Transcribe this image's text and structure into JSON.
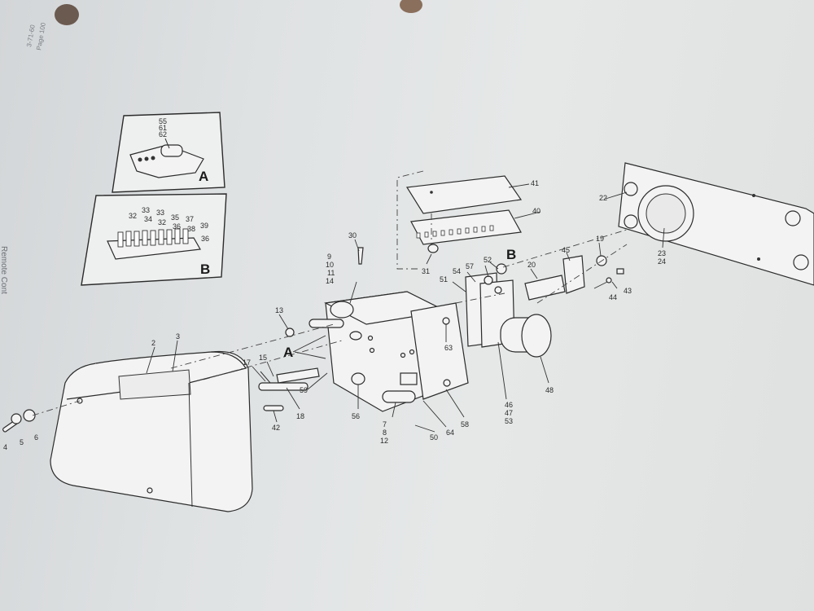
{
  "sheet": {
    "margin_note": [
      "3-71-60",
      "Page 100"
    ],
    "side_text": "Remote Cont",
    "colors": {
      "paper": "#e4e6e6",
      "ink": "#2b2b2b",
      "hole": "#6b5a50"
    }
  },
  "insets": {
    "a": {
      "letter": "A",
      "labels": [
        "55",
        "61",
        "62"
      ]
    },
    "b": {
      "letter": "B",
      "labels": [
        "32",
        "33",
        "34",
        "33",
        "32",
        "35",
        "36",
        "37",
        "38",
        "39",
        "36"
      ]
    }
  },
  "detail_markers": {
    "a": "A",
    "b": "B"
  },
  "callouts": {
    "c2": "2",
    "c3": "3",
    "c4": "4",
    "c5": "5",
    "c6": "6",
    "c7": "7",
    "c8": "8",
    "c12": "12",
    "c9": "9",
    "c10": "10",
    "c11": "11",
    "c14": "14",
    "c13": "13",
    "c15": "15",
    "c17": "17",
    "c18": "18",
    "c19": "19",
    "c20": "20",
    "c22": "22",
    "c23": "23",
    "c24": "24",
    "c30": "30",
    "c31": "31",
    "c40": "40",
    "c41": "41",
    "c42": "42",
    "c43": "43",
    "c44": "44",
    "c45": "45",
    "c46": "46",
    "c47": "47",
    "c53": "53",
    "c48": "48",
    "c50": "50",
    "c51": "51",
    "c52": "52",
    "c54": "54",
    "c56": "56",
    "c57": "57",
    "c58": "58",
    "c59": "59",
    "c63": "63",
    "c64": "64"
  }
}
